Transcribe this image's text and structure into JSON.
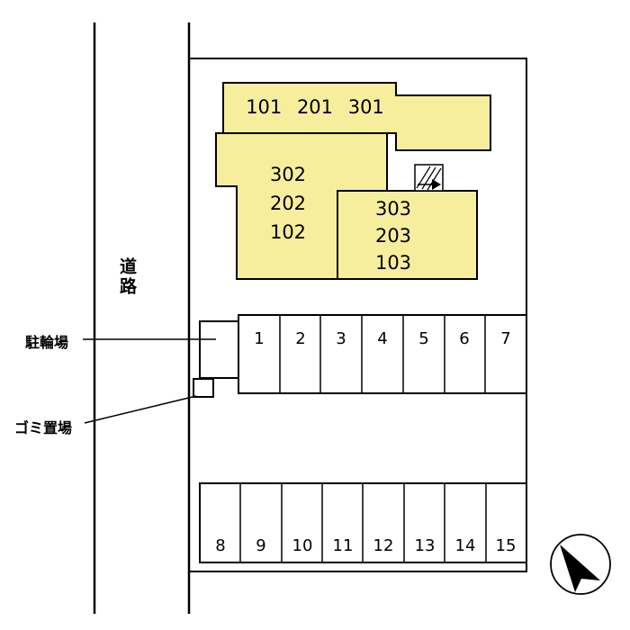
{
  "plan": {
    "road_label": "道路",
    "bicycle_area_label": "駐輪場",
    "garbage_area_label": "ゴミ置場",
    "buildings": {
      "top_units": "101 201 301",
      "left_units": [
        "302",
        "202",
        "102"
      ],
      "right_units": [
        "303",
        "203",
        "103"
      ]
    },
    "parking": {
      "row1": [
        "1",
        "2",
        "3",
        "4",
        "5",
        "6",
        "7"
      ],
      "row2": [
        "8",
        "9",
        "10",
        "11",
        "12",
        "13",
        "14",
        "15"
      ]
    },
    "colors": {
      "building_fill": "#F6EE9D",
      "line": "#000000"
    }
  }
}
